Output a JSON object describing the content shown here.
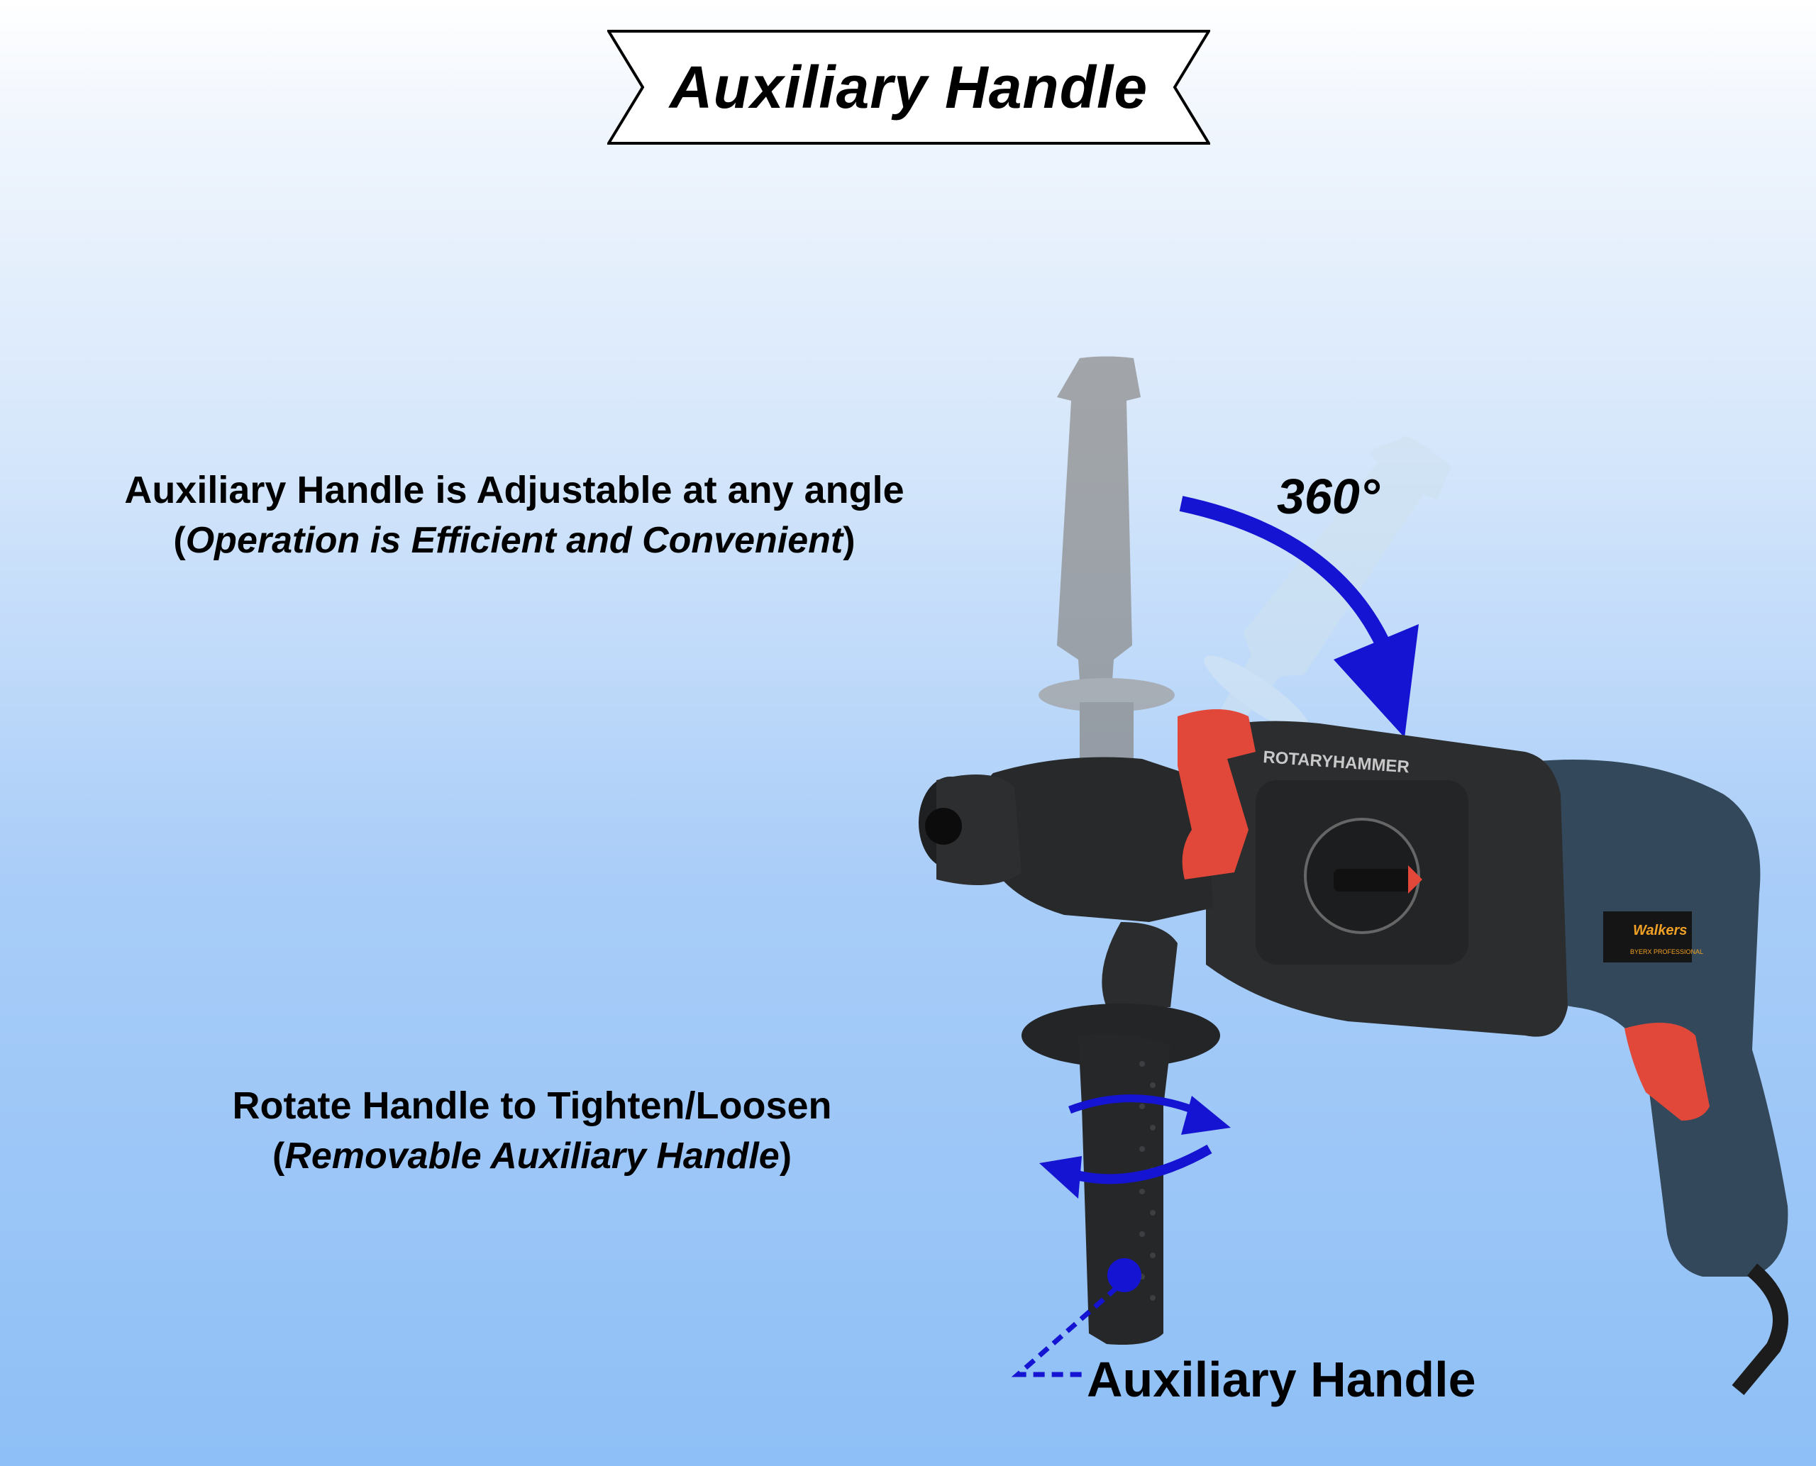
{
  "banner": {
    "title": "Auxiliary Handle"
  },
  "callouts": {
    "adjustable": {
      "main": "Auxiliary Handle is Adjustable at any angle",
      "sub_open": "(",
      "sub_italic": "Operation is Efficient and Convenient",
      "sub_close": ")"
    },
    "rotate": {
      "main": "Rotate Handle to Tighten/Loosen",
      "sub_open": "(",
      "sub_italic": "Removable Auxiliary Handle",
      "sub_close": ")"
    }
  },
  "rotation_label": "360°",
  "pointer_label": "Auxiliary Handle",
  "product": {
    "body_label": "ROTARYHAMMER",
    "brand": "Walkers",
    "brand_sub": "BYERX PROFESSIONAL"
  },
  "colors": {
    "arrow_blue": "#1414d2",
    "accent_red": "#e2483a",
    "body_teal": "#33495b",
    "brand_orange": "#f0a024"
  }
}
